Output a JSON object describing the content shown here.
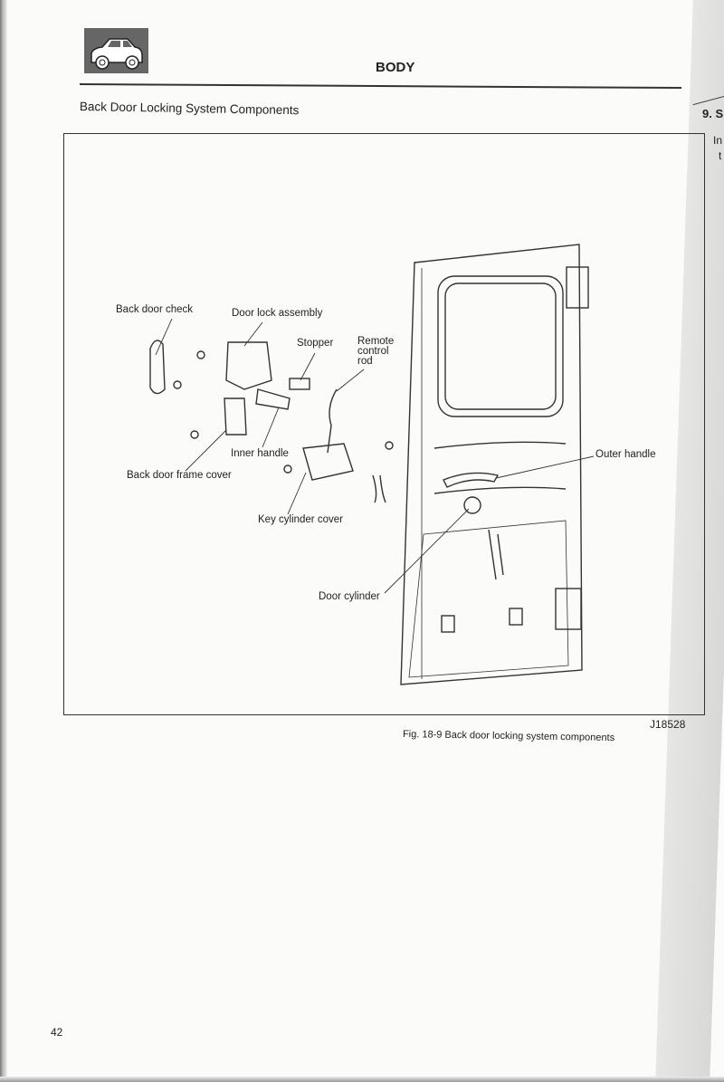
{
  "header": {
    "section_title": "BODY",
    "logo_icon": "car-icon"
  },
  "subtitle": "Back Door Locking System Components",
  "figure": {
    "labels": {
      "back_door_check": "Back door check",
      "door_lock_assembly": "Door lock assembly",
      "stopper": "Stopper",
      "remote_control_rod": [
        "Remote",
        "control",
        "rod"
      ],
      "inner_handle": "Inner handle",
      "back_door_frame_cover": "Back door frame cover",
      "key_cylinder_cover": "Key cylinder cover",
      "outer_handle": "Outer handle",
      "door_cylinder": "Door cylinder"
    },
    "code": "J18528",
    "caption": "Fig. 18-9  Back door locking system components"
  },
  "next_page_fragment": {
    "heading": "9. S",
    "text1": "In",
    "text2": "t"
  },
  "page_number": "42"
}
